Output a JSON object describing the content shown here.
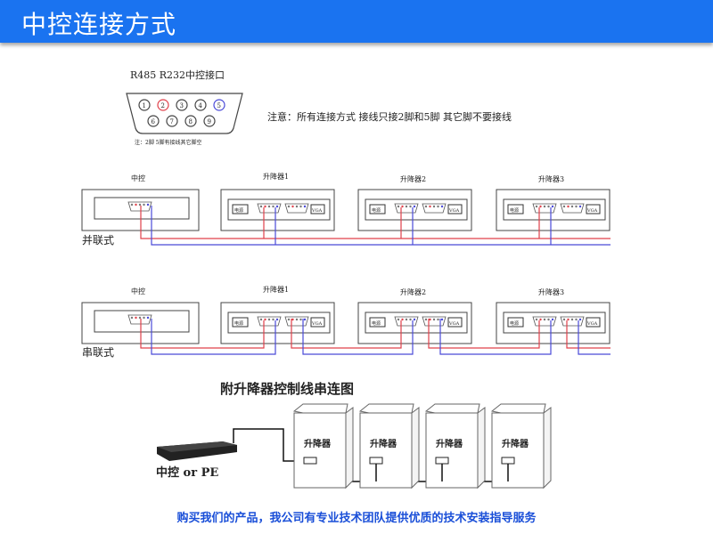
{
  "header": {
    "title": "中控连接方式"
  },
  "pinout": {
    "title": "R485  R232中控接口",
    "pins_top": [
      "1",
      "2",
      "3",
      "4",
      "5"
    ],
    "pins_bottom": [
      "6",
      "7",
      "8",
      "9"
    ],
    "caption": "注：2脚  5脚有接线其它脚空",
    "note": "注意：所有连接方式    接线只接2脚和5脚  其它脚不要接线"
  },
  "devices": {
    "controller": "中控",
    "lifters": [
      "升降器1",
      "升降器2",
      "升降器3"
    ],
    "power": "电源",
    "vga": "VGA",
    "pin_a": "2",
    "pin_b": "5"
  },
  "parallel": {
    "label": "并联式"
  },
  "series": {
    "label": "串联式"
  },
  "chain": {
    "title": "附升降器控制线串连图",
    "lifter_label": "升降器",
    "controller_label": "中控  or  PE"
  },
  "footer": {
    "text": "购买我们的产品，我公司有专业技术团队提供优质的技术安装指导服务"
  },
  "colors": {
    "accent": "#1a73f0",
    "red": "#e0404a",
    "blue": "#4a4ad8",
    "footer": "#1a4fd8"
  }
}
